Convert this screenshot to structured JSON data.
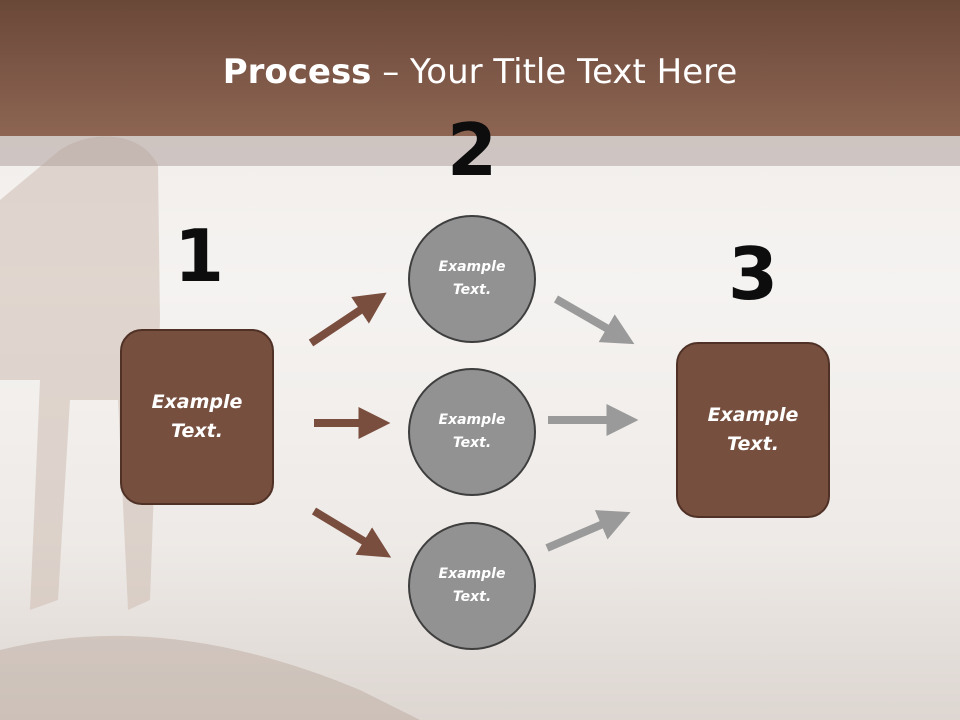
{
  "slide": {
    "title_bold": "Process",
    "title_rest": " – Your Title Text Here"
  },
  "steps": {
    "one": "1",
    "two": "2",
    "three": "3"
  },
  "nodes": {
    "left_box": "Example Text.",
    "circle_top": "Example Text.",
    "circle_middle": "Example Text.",
    "circle_bottom": "Example Text.",
    "right_box": "Example Text."
  },
  "colors": {
    "header": "#7c5646",
    "box_fill": "#774f3f",
    "circle_fill": "#929292",
    "arrow_brown": "#7a4e3e",
    "arrow_gray": "#9a9a9a"
  }
}
